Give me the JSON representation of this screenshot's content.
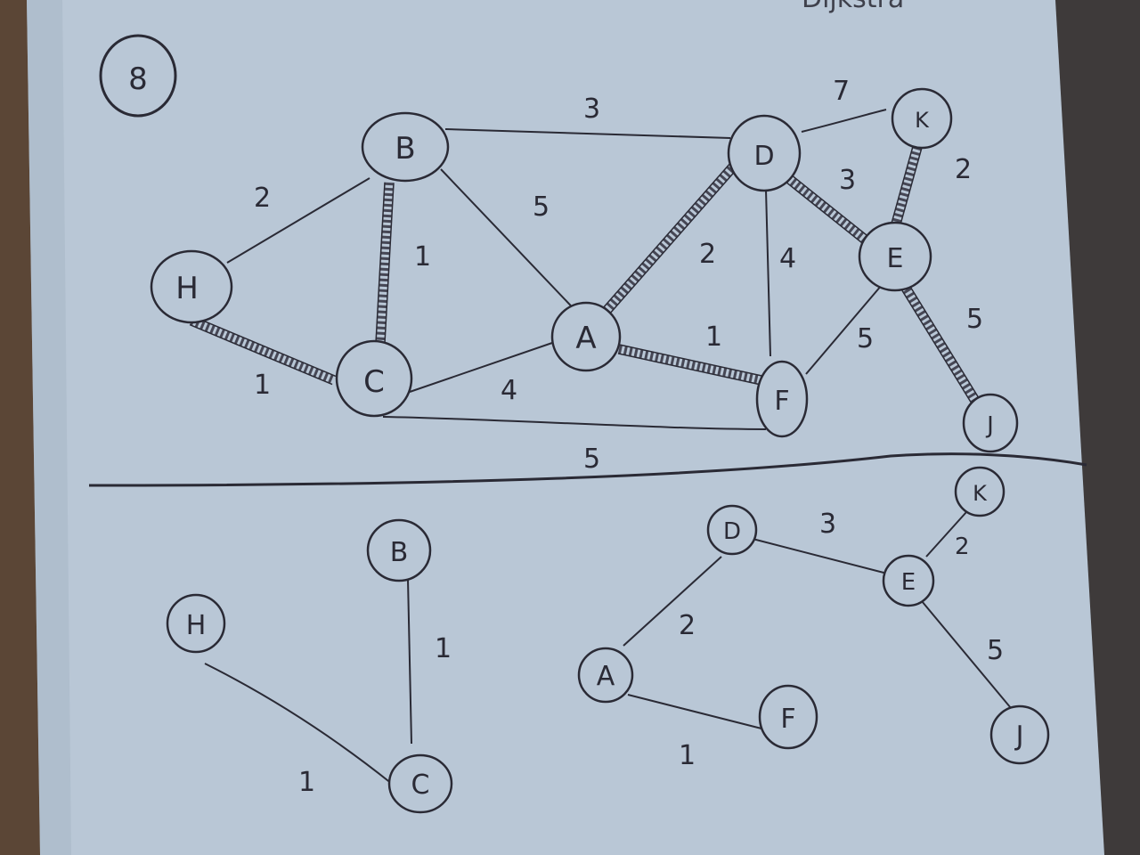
{
  "problem_number": "8",
  "top_corner_text": "Dijkstra",
  "colors": {
    "paper": "#b9c7d6",
    "ink": "#2a2a35",
    "table": "#5b4636"
  },
  "graph": {
    "nodes": [
      "B",
      "D",
      "K",
      "H",
      "A",
      "E",
      "C",
      "F",
      "J"
    ],
    "edges": [
      {
        "from": "B",
        "to": "D",
        "weight": "3",
        "in_tree": false
      },
      {
        "from": "D",
        "to": "K",
        "weight": "7",
        "in_tree": false
      },
      {
        "from": "H",
        "to": "B",
        "weight": "2",
        "in_tree": false
      },
      {
        "from": "B",
        "to": "C",
        "weight": "1",
        "in_tree": true
      },
      {
        "from": "B",
        "to": "A",
        "weight": "5",
        "in_tree": false
      },
      {
        "from": "D",
        "to": "A",
        "weight": "2",
        "in_tree": true
      },
      {
        "from": "D",
        "to": "F",
        "weight": "4",
        "in_tree": false
      },
      {
        "from": "D",
        "to": "E",
        "weight": "3",
        "in_tree": true
      },
      {
        "from": "K",
        "to": "E",
        "weight": "2",
        "in_tree": true
      },
      {
        "from": "H",
        "to": "C",
        "weight": "1",
        "in_tree": true
      },
      {
        "from": "C",
        "to": "A",
        "weight": "4",
        "in_tree": false
      },
      {
        "from": "A",
        "to": "F",
        "weight": "1",
        "in_tree": true
      },
      {
        "from": "E",
        "to": "F",
        "weight": "5",
        "in_tree": false
      },
      {
        "from": "E",
        "to": "J",
        "weight": "5",
        "in_tree": true
      },
      {
        "from": "C",
        "to": "F",
        "weight": "5",
        "in_tree": false
      }
    ]
  },
  "tree": {
    "nodes": [
      "B",
      "H",
      "C",
      "D",
      "K",
      "E",
      "A",
      "F",
      "J"
    ],
    "edges": [
      {
        "from": "B",
        "to": "C",
        "weight": "1"
      },
      {
        "from": "H",
        "to": "C",
        "weight": "1"
      },
      {
        "from": "D",
        "to": "E",
        "weight": "3"
      },
      {
        "from": "K",
        "to": "E",
        "weight": "2"
      },
      {
        "from": "D",
        "to": "A",
        "weight": "2"
      },
      {
        "from": "E",
        "to": "J",
        "weight": "5"
      },
      {
        "from": "A",
        "to": "F",
        "weight": "1"
      }
    ]
  }
}
